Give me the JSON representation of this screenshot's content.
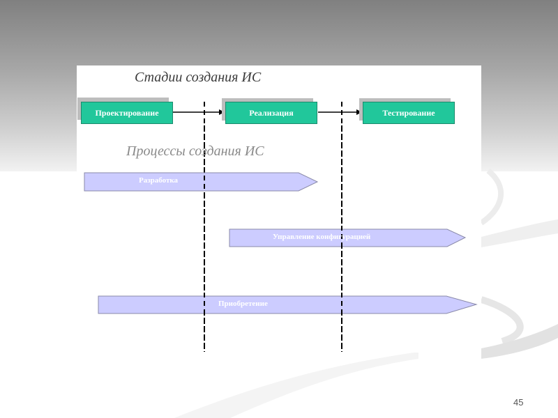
{
  "slide": {
    "page_number": "45",
    "colors": {
      "stage_fill": "#21c79b",
      "stage_border": "#1c8a6c",
      "stage_shadow": "#bdbdbd",
      "process_fill": "#ccccff",
      "process_border": "#8a8aa8"
    }
  },
  "diagram": {
    "stages_title": "Стадии создания ИС",
    "processes_title": "Процессы создания ИС",
    "stages": [
      {
        "label": "Проектирование"
      },
      {
        "label": "Реализация"
      },
      {
        "label": "Тестирование"
      }
    ],
    "processes": [
      {
        "label": "Разработка"
      },
      {
        "label": "Управление конфигурацией"
      },
      {
        "label": "Приобретение"
      }
    ]
  }
}
